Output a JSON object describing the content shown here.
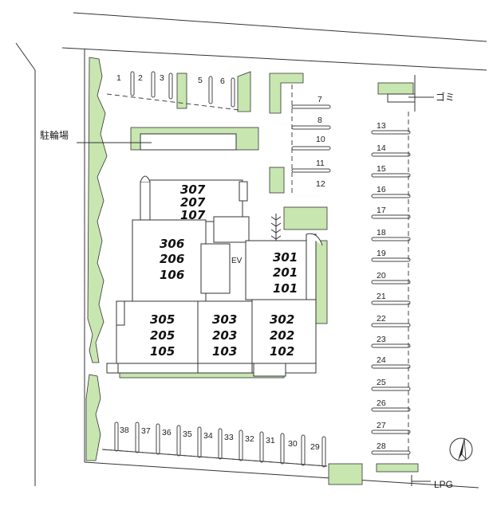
{
  "labels": {
    "bicycle_parking": "駐輪場",
    "garbage": "ゴミ",
    "lpg": "LPG",
    "elevator": "EV"
  },
  "unit_blocks": [
    {
      "id": "block-307",
      "lines": [
        "307",
        "207",
        "107"
      ]
    },
    {
      "id": "block-306",
      "lines": [
        "306",
        "206",
        "106"
      ]
    },
    {
      "id": "block-301",
      "lines": [
        "301",
        "201",
        "101"
      ]
    },
    {
      "id": "block-305",
      "lines": [
        "305",
        "205",
        "105"
      ]
    },
    {
      "id": "block-303",
      "lines": [
        "303",
        "203",
        "103"
      ]
    },
    {
      "id": "block-302",
      "lines": [
        "302",
        "202",
        "102"
      ]
    }
  ],
  "parking": {
    "top_row": [
      "1",
      "2",
      "3",
      "5",
      "6"
    ],
    "upper_right": [
      "7",
      "8",
      "10",
      "11",
      "12"
    ],
    "right_column": [
      "13",
      "14",
      "15",
      "16",
      "17",
      "18",
      "19",
      "20",
      "21",
      "22",
      "23",
      "24",
      "25",
      "26",
      "27",
      "28"
    ],
    "bottom_row": [
      "38",
      "37",
      "36",
      "35",
      "34",
      "33",
      "32",
      "31",
      "30",
      "29"
    ]
  },
  "colors": {
    "greenery": "#c8e6b0",
    "lines": "#333333"
  },
  "icons": {
    "north_arrow": "north-arrow-icon"
  }
}
